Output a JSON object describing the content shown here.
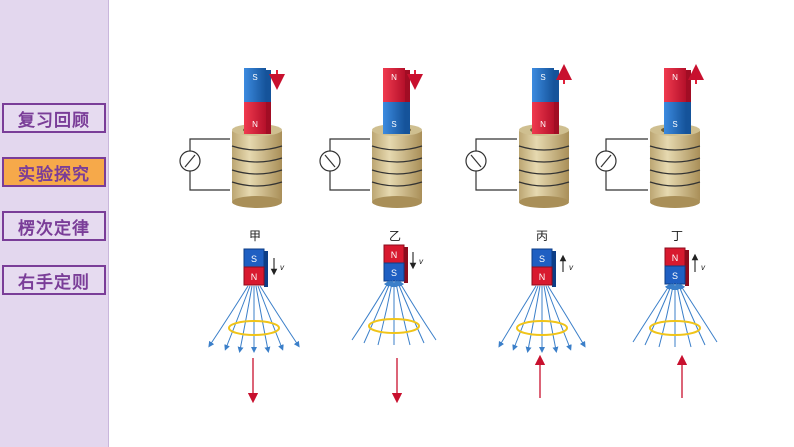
{
  "sidebar": {
    "items": [
      {
        "label": "复习回顾",
        "active": false
      },
      {
        "label": "实验探究",
        "active": true
      },
      {
        "label": "楞次定律",
        "active": false
      },
      {
        "label": "右手定则",
        "active": false
      }
    ]
  },
  "experiments": [
    {
      "label": "甲",
      "top_pole": "S",
      "bottom_pole": "N",
      "motion": "down"
    },
    {
      "label": "乙",
      "top_pole": "N",
      "bottom_pole": "S",
      "motion": "down"
    },
    {
      "label": "丙",
      "top_pole": "S",
      "bottom_pole": "N",
      "motion": "up"
    },
    {
      "label": "丁",
      "top_pole": "N",
      "bottom_pole": "S",
      "motion": "up"
    }
  ],
  "velocity_symbol": "v",
  "colors": {
    "north": "#e0213a",
    "south": "#1f6fc4",
    "coil": "#d8c89a",
    "field_lines": "#3b7fc9",
    "current_ring": "#f0c419",
    "arrow": "#c8102e",
    "accent": "#7a3d98"
  }
}
